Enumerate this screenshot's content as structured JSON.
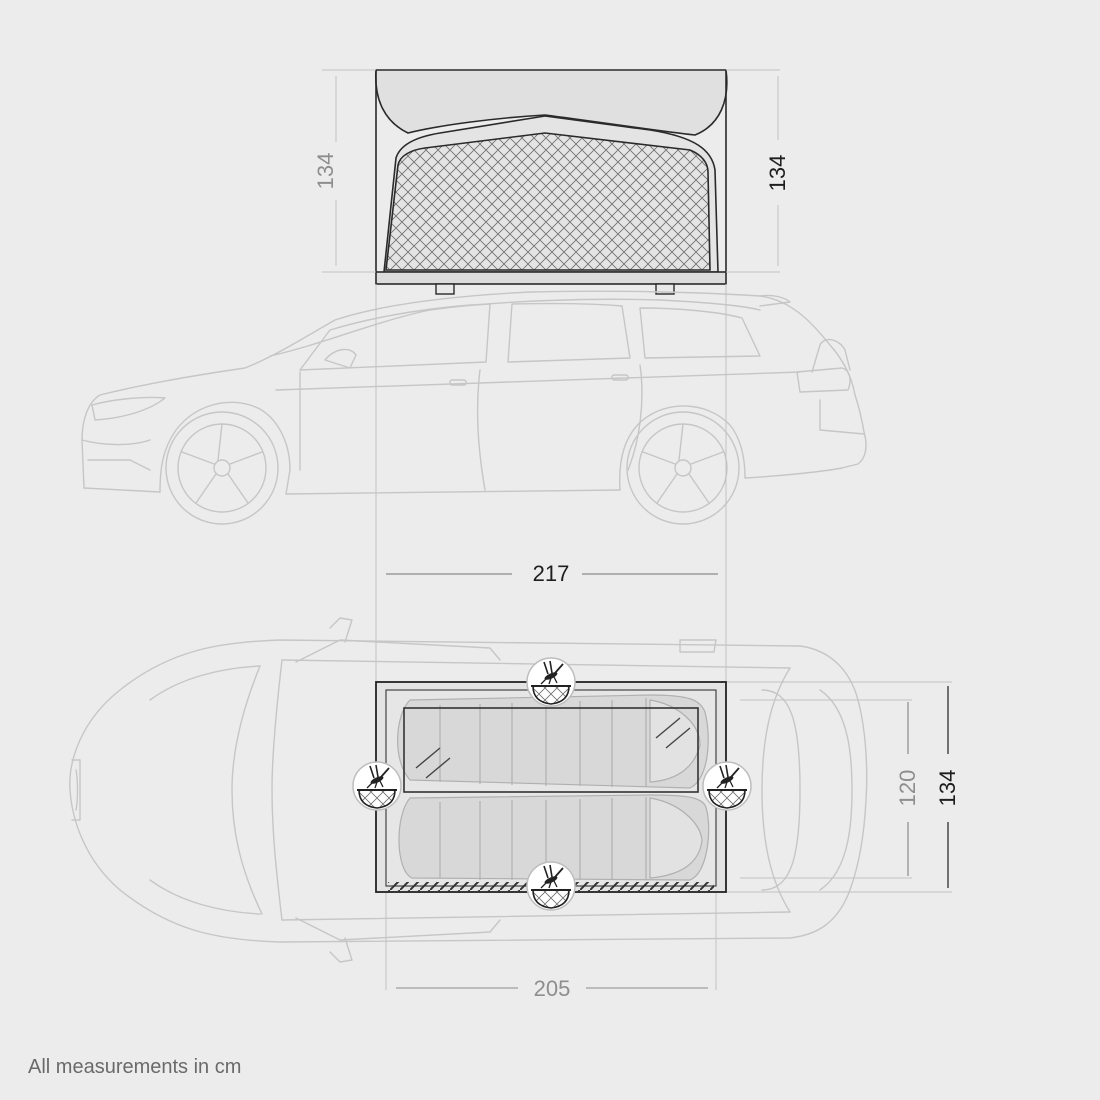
{
  "dimensions": {
    "side_height_left": "134",
    "side_height_right": "134",
    "open_length": "217",
    "floor_length": "205",
    "floor_width": "120",
    "total_width": "134"
  },
  "footer": {
    "note": "All measurements in cm"
  },
  "icons": {
    "mosquito_net_top": "mosquito-net-icon",
    "mosquito_net_left": "mosquito-net-icon",
    "mosquito_net_right": "mosquito-net-icon",
    "mosquito_net_bottom": "mosquito-net-icon"
  },
  "colors": {
    "background": "#ececec",
    "car_outline": "#c4c4c4",
    "tent_outline": "#2a2a2a",
    "tent_fill": "#e3e3e3"
  }
}
